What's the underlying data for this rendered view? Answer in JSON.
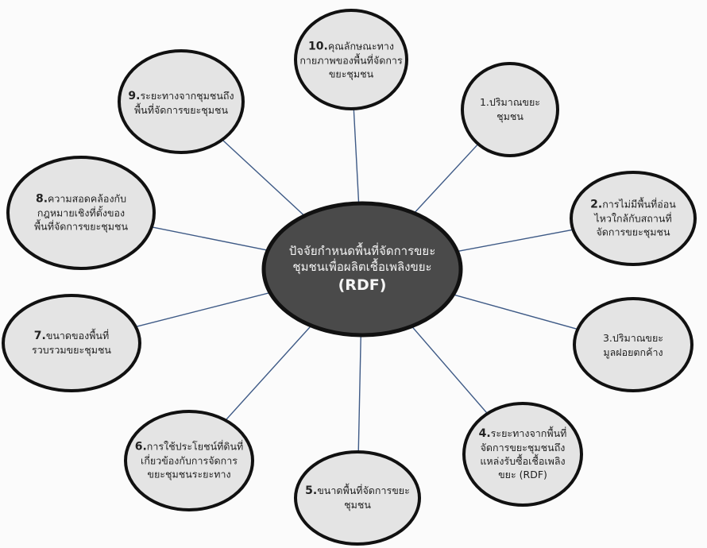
{
  "center": {
    "title": "ปัจจัยกำหนดพื้นที่จัดการขยะชุมชนเพื่อผลิตเชื้อเพลิงขยะ",
    "abbr": "(RDF)"
  },
  "factors": [
    {
      "id": "1",
      "number": "",
      "label": "1.ปริมาณขยะชุมชน"
    },
    {
      "id": "2",
      "number": "2.",
      "label": "การไม่มีพื้นที่อ่อนไหวใกล้กับสถานที่จัดการขยะชุมชน"
    },
    {
      "id": "3",
      "number": "",
      "label": "3.ปริมาณขยะมูลฝอยตกค้าง"
    },
    {
      "id": "4",
      "number": "4.",
      "label": "ระยะทางจากพื้นที่จัดการขยะชุมชนถึงแหล่งรับซื้อเชื้อเพลิงขยะ (RDF)"
    },
    {
      "id": "5",
      "number": "5.",
      "label": "ขนาดพื้นที่จัดการขยะชุมชน"
    },
    {
      "id": "6",
      "number": "6.",
      "label": "การใช้ประโยชน์ที่ดินที่เกี่ยวข้องกับการจัดการขยะชุมชนระยะทาง"
    },
    {
      "id": "7",
      "number": "7.",
      "label": "ขนาดของพื้นที่รวบรวมขยะชุมชน"
    },
    {
      "id": "8",
      "number": "8.",
      "label": "ความสอดคล้องกับกฎหมายเชิงที่ตั้งของพื้นที่จัดการขยะชุมชน"
    },
    {
      "id": "9",
      "number": "9.",
      "label": "ระยะทางจากชุมชนถึงพื้นที่จัดการขยะชุมชน"
    },
    {
      "id": "10",
      "number": "10.",
      "label": "คุณลักษณะทางกายภาพของพื้นที่จัดการขยะชุมชน"
    }
  ],
  "colors": {
    "center_fill": "#4a4a4a",
    "node_fill": "#e4e4e4",
    "stroke": "#111111",
    "connector": "#3e5a86"
  }
}
